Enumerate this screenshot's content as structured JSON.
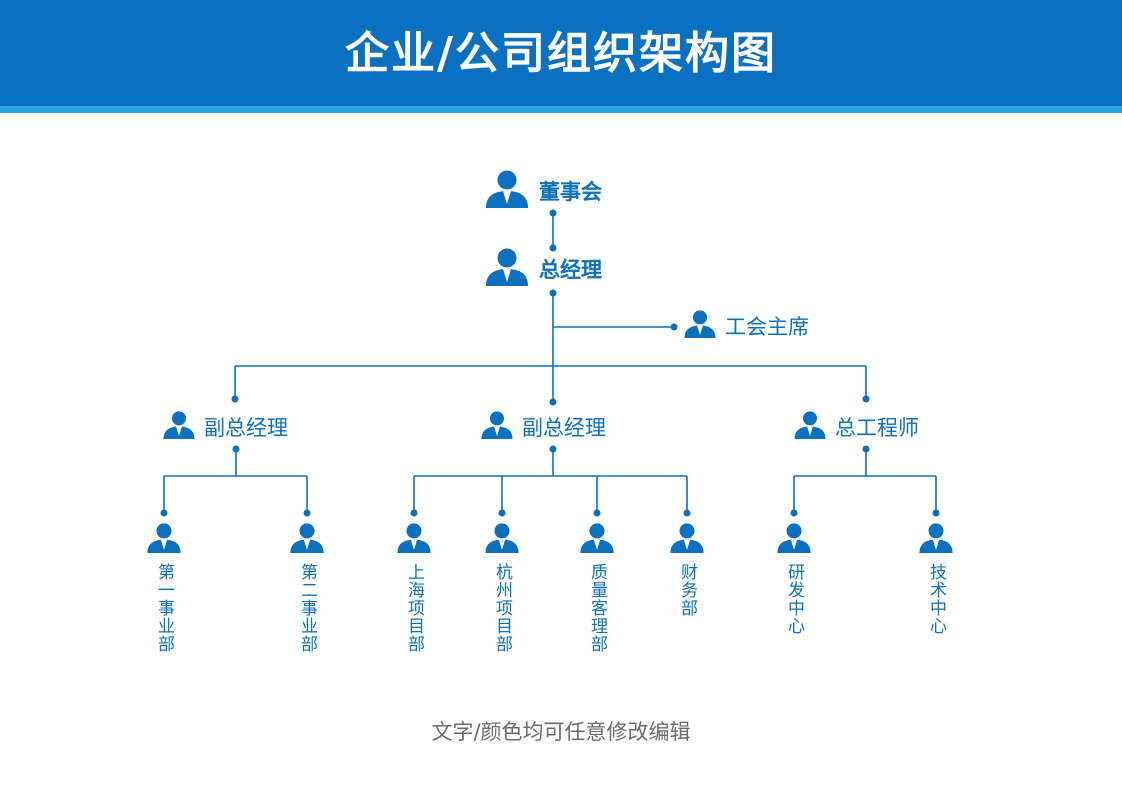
{
  "title": "企业/公司组织架构图",
  "footer_note": "文字/颜色均可任意修改编辑",
  "colors": {
    "primary": "#0a70bf",
    "accent": "#2aa3e6",
    "footer_text": "#6b6b6b"
  },
  "icon": "person-icon",
  "chart": {
    "board": "董事会",
    "general_manager": "总经理",
    "union_chair": "工会主席",
    "branches": [
      {
        "title": "副总经理",
        "units": [
          "第一事业部",
          "第二事业部"
        ]
      },
      {
        "title": "副总经理",
        "units": [
          "上海项目部",
          "杭州项目部",
          "质量客理部",
          "财务部"
        ]
      },
      {
        "title": "总工程师",
        "units": [
          "研发中心",
          "技术中心"
        ]
      }
    ]
  }
}
